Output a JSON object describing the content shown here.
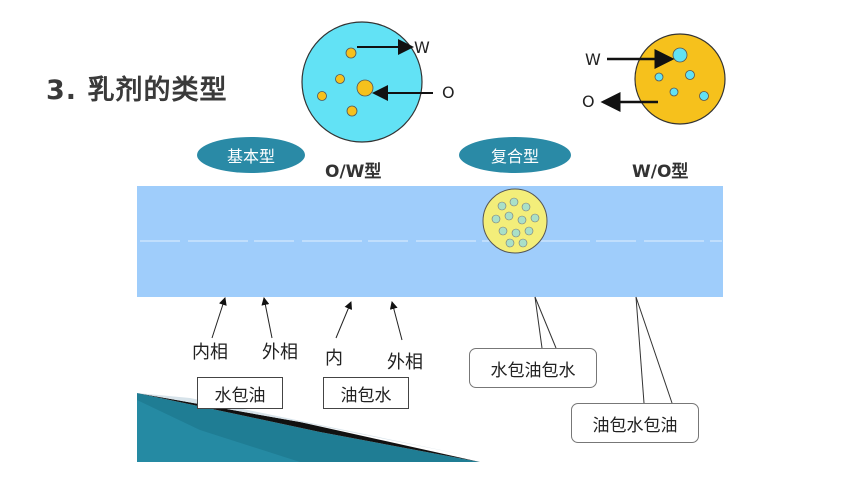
{
  "title": "3. 乳剂的类型",
  "basic_type": "基本型",
  "compound_type": "复合型",
  "ow_label": "O/W型",
  "wo_label": "W/O型",
  "ow_diagram": {
    "w": "W",
    "o": "O"
  },
  "wo_diagram": {
    "w": "W",
    "o": "O"
  },
  "phase_labels": {
    "inner": "内相",
    "outer": "外相",
    "inner2": "内",
    "outer2": "外相"
  },
  "boxes": {
    "water_in_oil": "水包油",
    "oil_in_water": "油包水",
    "w_o_w": "水包油包水",
    "o_w_o": "油包水包油"
  },
  "colors": {
    "oval": "#2a8aa6",
    "band": "#9fcdfb",
    "water": "#62e2f5",
    "oil": "#f6c11c",
    "compound_drop": "#f3ee7a"
  }
}
